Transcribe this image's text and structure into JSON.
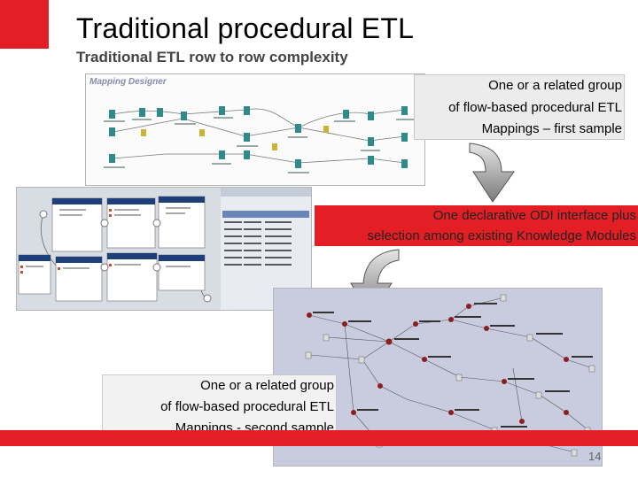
{
  "slide": {
    "title": "Traditional procedural ETL",
    "subtitle": "Traditional ETL row to row complexity",
    "page_number": "14"
  },
  "callouts": {
    "first": [
      "One or a related group",
      "of flow-based procedural ETL",
      "Mappings – first sample"
    ],
    "declarative": [
      "One declarative ODI interface plus",
      "selection among existing Knowledge Modules"
    ],
    "second": [
      "One or a related group",
      "of flow-based procedural ETL",
      "Mappings - second sample"
    ]
  },
  "screenshots": {
    "mapping_designer_title": "Mapping Designer"
  },
  "colors": {
    "brand_red": "#e31e24",
    "arrow_gray": "#8c8c8c"
  }
}
